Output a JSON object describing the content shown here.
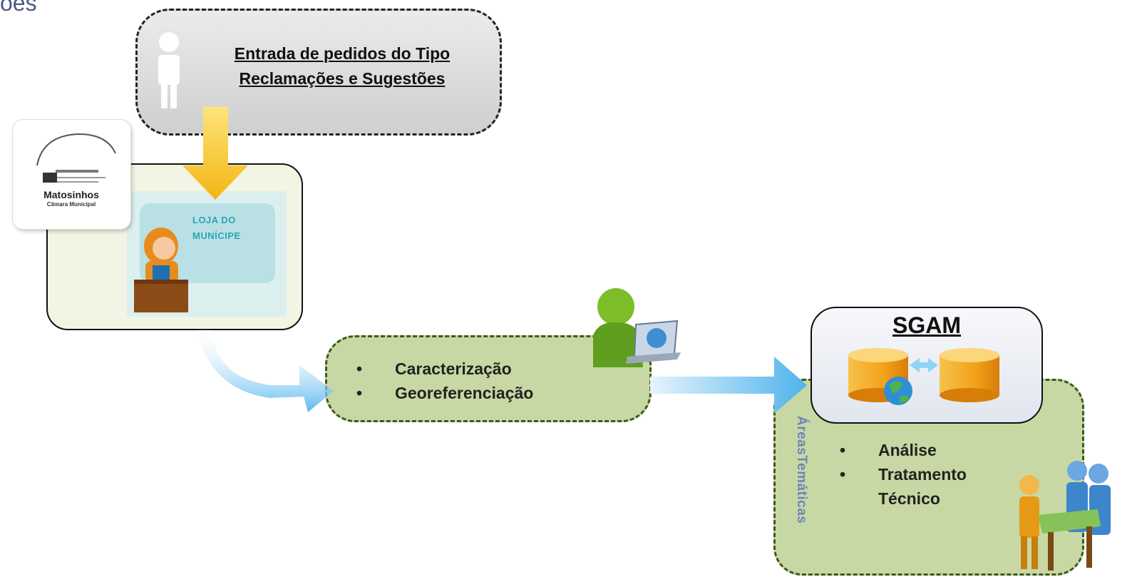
{
  "page_title": "ões",
  "request": {
    "title_line1": "Entrada de pedidos do Tipo",
    "title_line2": "Reclamações e Sugestões"
  },
  "municipality": {
    "name": "Matosinhos",
    "subtitle": "Câmara Municipal"
  },
  "loja": {
    "label_line1": "LOJA DO",
    "label_line2": "MUNÍCIPE"
  },
  "characterization": {
    "items": [
      "Caracterização",
      "Georeferenciação"
    ]
  },
  "sgam": {
    "title": "SGAM"
  },
  "areas": {
    "label": "ÁreasTemáticas",
    "items": [
      "Análise",
      "Tratamento",
      "Técnico"
    ]
  },
  "colors": {
    "green_fill": "#c8d8a4",
    "arrow_blue": "#5ab8ee",
    "arrow_yellow": "#f6c12a",
    "db_orange": "#f2a21a"
  }
}
